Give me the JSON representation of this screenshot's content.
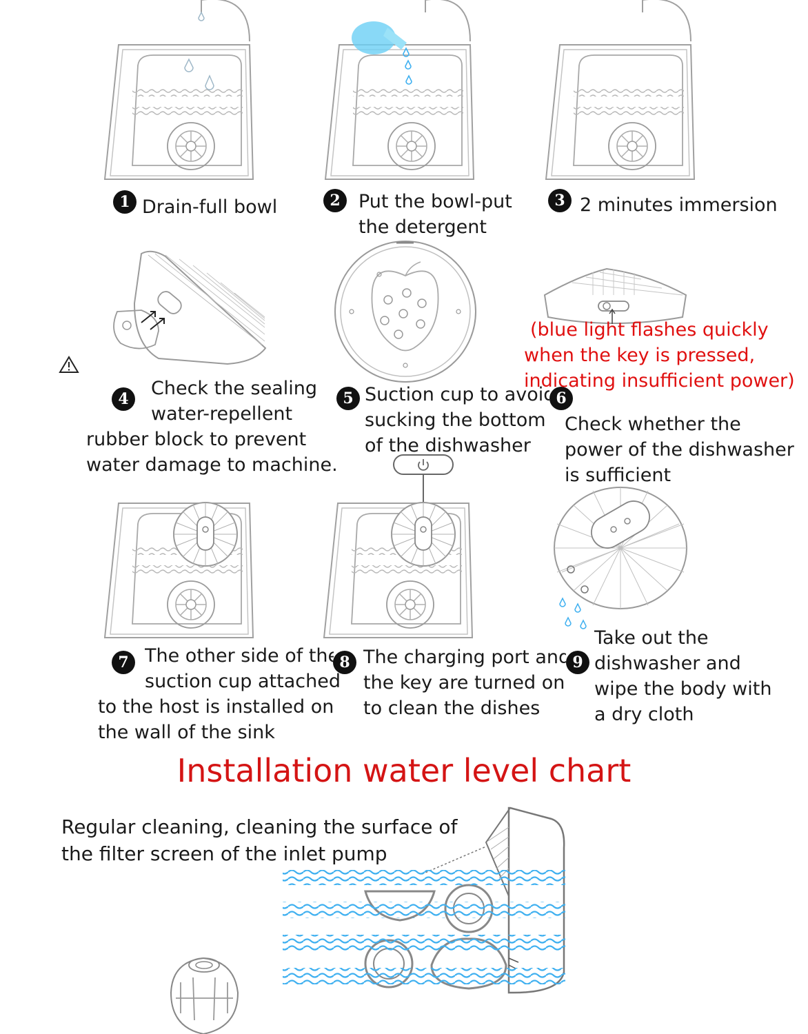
{
  "steps": [
    {
      "num": "1",
      "lines": [
        "Drain-full bowl"
      ]
    },
    {
      "num": "2",
      "lines": [
        "Put the bowl-put",
        "the detergent"
      ]
    },
    {
      "num": "3",
      "lines": [
        "2 minutes immersion"
      ]
    },
    {
      "num": "4",
      "lines": [
        "Check the sealing",
        "water-repellent",
        "rubber block to prevent",
        "water damage to machine."
      ]
    },
    {
      "num": "5",
      "lines": [
        "Suction cup to avoid",
        "sucking the bottom",
        "of the dishwasher"
      ]
    },
    {
      "num": "6",
      "lines": [
        "Check whether the",
        "power of the dishwasher",
        "is sufficient"
      ]
    },
    {
      "num": "7",
      "lines": [
        "The other side of the",
        "suction cup attached",
        "to the host is installed on",
        "the wall of the sink"
      ]
    },
    {
      "num": "8",
      "lines": [
        "The charging port and",
        "the key are turned on",
        "to clean the dishes"
      ]
    },
    {
      "num": "9",
      "lines": [
        "Take out the",
        "dishwasher and",
        "wipe the body with",
        "a dry cloth"
      ]
    }
  ],
  "warning_note": [
    "(blue light flashes quickly",
    "when the key is pressed,",
    "indicating insufficient power)"
  ],
  "section_title": "Installation water level chart",
  "maintenance_note": [
    "Regular cleaning, cleaning the surface of",
    "the filter screen of the inlet pump"
  ],
  "colors": {
    "water": "#3fb0f0",
    "accent_red": "#e01010",
    "title_red": "#d41414",
    "line_art": "#9a9a9a"
  },
  "icons": [
    "warning-triangle-icon",
    "power-icon"
  ]
}
